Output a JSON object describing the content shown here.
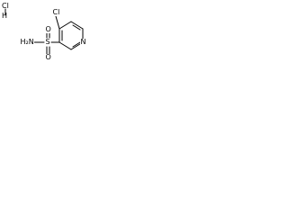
{
  "salt": {
    "cl": "Cl",
    "h": "H"
  },
  "atoms": {
    "chloro": "Cl",
    "nitrogen": "N",
    "sulfur": "S",
    "oxygen_top": "O",
    "oxygen_bottom": "O",
    "amine": "H₂N"
  },
  "colors": {
    "bond": "#000000",
    "text": "#000000",
    "background": "#ffffff"
  }
}
